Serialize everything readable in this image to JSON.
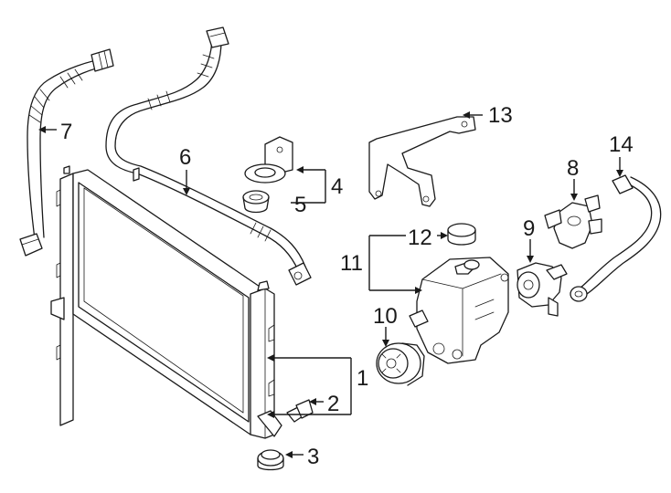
{
  "diagram": {
    "parts": [
      {
        "key": "radiator",
        "number": "1"
      },
      {
        "key": "drain-plug",
        "number": "2"
      },
      {
        "key": "lower-mount",
        "number": "3"
      },
      {
        "key": "upper-mount-bracket",
        "number": "4"
      },
      {
        "key": "upper-mount-insulator",
        "number": "5"
      },
      {
        "key": "vent-hose",
        "number": "6"
      },
      {
        "key": "upper-hose",
        "number": "7"
      },
      {
        "key": "thermostat-housing",
        "number": "8"
      },
      {
        "key": "water-pump",
        "number": "9"
      },
      {
        "key": "auxiliary-pump",
        "number": "10"
      },
      {
        "key": "reservoir",
        "number": "11"
      },
      {
        "key": "reservoir-cap",
        "number": "12"
      },
      {
        "key": "reservoir-bracket",
        "number": "13"
      },
      {
        "key": "coolant-hose",
        "number": "14"
      }
    ]
  }
}
